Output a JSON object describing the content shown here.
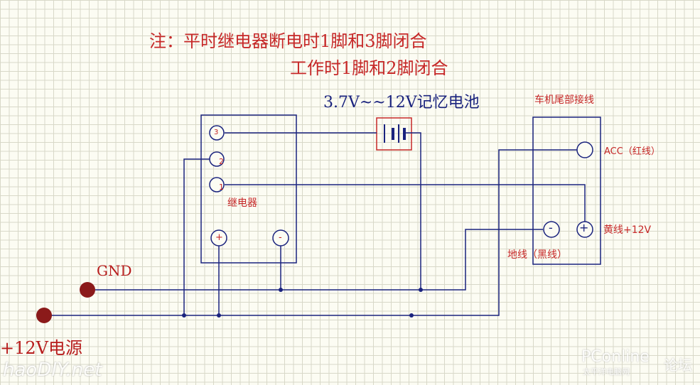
{
  "note": {
    "line1": "注：平时继电器断电时1脚和3脚闭合",
    "line2": "工作时1脚和2脚闭合"
  },
  "battery": {
    "label": "3.7V~~12V记忆电池"
  },
  "relay": {
    "label": "继电器",
    "pins": {
      "pin3": "3",
      "pin2": "2",
      "pin1": "1",
      "plus": "+",
      "minus": "-"
    }
  },
  "connector": {
    "title": "车机尾部接线",
    "acc_label": "ACC（红线）",
    "yellow_label": "黄线+12V",
    "ground_label": "地线（黑线）",
    "minus_symbol": "-",
    "plus_symbol": "+"
  },
  "power": {
    "gnd_label": "GND",
    "plus12_label": "+12V电源"
  },
  "watermarks": {
    "left": "haoDIY.net",
    "right_brand": "PConline",
    "right_sub": "太平洋电脑网",
    "right_forum": "论坛"
  },
  "colors": {
    "wire": "#1a237e",
    "component_red": "#c62828",
    "terminal_dot": "#8b1a1a"
  }
}
